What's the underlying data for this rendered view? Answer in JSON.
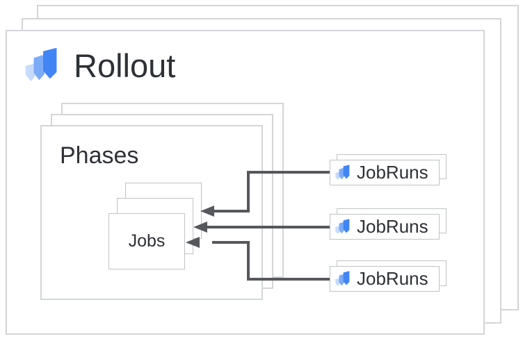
{
  "nodes": {
    "rollout": {
      "label": "Rollout",
      "stack_count": 3,
      "icon": "cloud-deploy-logo"
    },
    "phases": {
      "label": "Phases",
      "stack_count": 3
    },
    "jobs": {
      "label": "Jobs",
      "stack_count": 3
    },
    "jobruns": [
      {
        "label": "JobRuns",
        "stack_count": 2,
        "icon": "cloud-deploy-logo"
      },
      {
        "label": "JobRuns",
        "stack_count": 2,
        "icon": "cloud-deploy-logo"
      },
      {
        "label": "JobRuns",
        "stack_count": 2,
        "icon": "cloud-deploy-logo"
      }
    ],
    "arrows": [
      {
        "from": "jobruns-1",
        "to": "jobs-back-card",
        "direction": "left"
      },
      {
        "from": "jobruns-2",
        "to": "jobs-middle-card",
        "direction": "left"
      },
      {
        "from": "jobruns-3",
        "to": "jobs-front-card",
        "direction": "left"
      }
    ]
  },
  "colors": {
    "card-border": "#d3d5d7",
    "inner-border": "#bfc2c4",
    "arrow": "#56585b",
    "text": "#2d3135",
    "logo-dark": "#4285f4",
    "logo-mid": "#7baaf7",
    "logo-light": "#c6dafb"
  }
}
